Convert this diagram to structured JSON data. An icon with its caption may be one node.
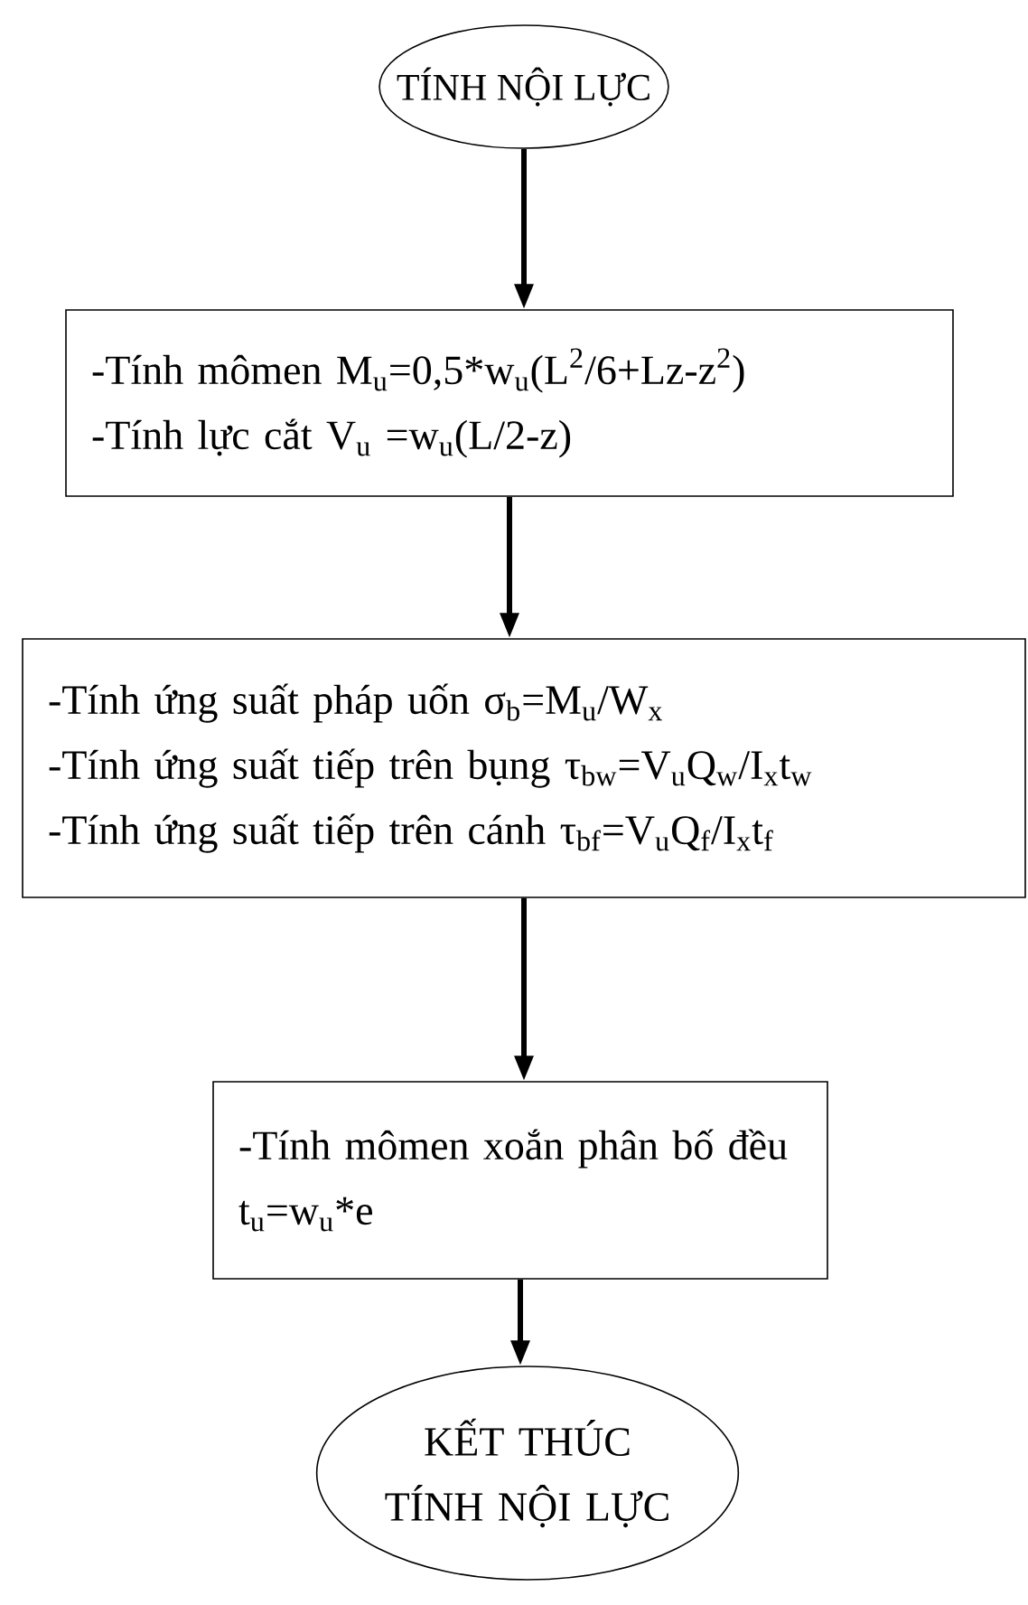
{
  "diagram": {
    "nodes": [
      {
        "text": [
          "TÍNH NỘI LỰC"
        ]
      },
      {
        "text": [
          "-Tính mômen M$_{u}$=0,5*w$_{u}$(L$^{2}$/6+Lz-z$^{2}$)",
          "-Tính lực cắt V$_{u}$ =w$_{u}$(L/2-z)"
        ]
      },
      {
        "text": [
          "-Tính ứng suất pháp uốn σ$_{b}$=M$_{u}$/W$_{x}$",
          "-Tính ứng suất tiếp trên bụng τ$_{bw}$=V$_{u}$Q$_{w}$/I$_{x}$t$_{w}$",
          "-Tính ứng suất tiếp trên cánh  τ$_{bf}$=V$_{u}$Q$_{f}$/I$_{x}$t$_{f}$"
        ]
      },
      {
        "text": [
          "-Tính mômen xoắn phân bố đều",
          "t$_{u}$=w$_{u}$*e"
        ]
      },
      {
        "text": [
          "KẾT THÚC TÍNH NỘI LỰC"
        ]
      }
    ],
    "edges": [
      {
        "from": 0,
        "to": 1,
        "arrow": "to"
      },
      {
        "from": 1,
        "to": 2,
        "arrow": "to"
      },
      {
        "from": 2,
        "to": 3,
        "arrow": "to"
      },
      {
        "from": 3,
        "to": 4,
        "arrow": "to"
      }
    ]
  }
}
